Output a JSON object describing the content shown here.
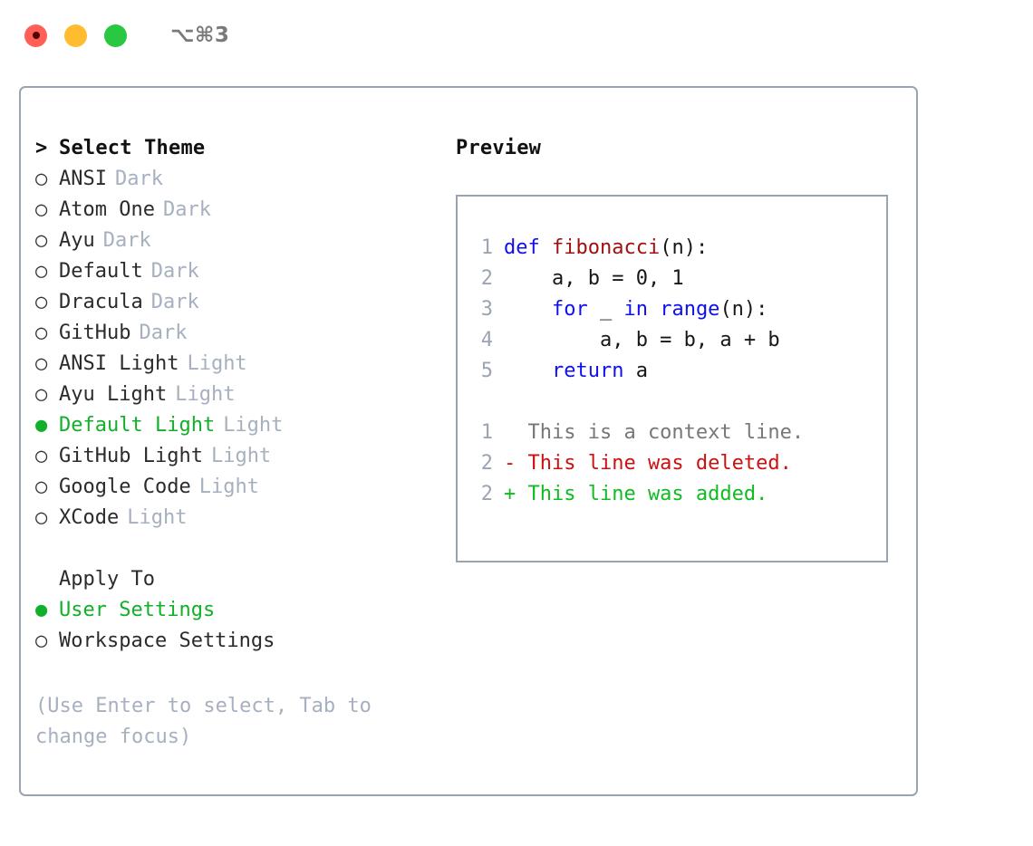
{
  "window": {
    "title": "⌥⌘3",
    "traffic_lights": [
      "close-red",
      "minimize-yellow",
      "maximize-green"
    ]
  },
  "left": {
    "header": {
      "marker": ">",
      "label": "Select Theme"
    },
    "themes": [
      {
        "marker": "○",
        "name": "ANSI",
        "badge": "Dark",
        "selected": false
      },
      {
        "marker": "○",
        "name": "Atom One",
        "badge": "Dark",
        "selected": false
      },
      {
        "marker": "○",
        "name": "Ayu",
        "badge": "Dark",
        "selected": false
      },
      {
        "marker": "○",
        "name": "Default",
        "badge": "Dark",
        "selected": false
      },
      {
        "marker": "○",
        "name": "Dracula",
        "badge": "Dark",
        "selected": false
      },
      {
        "marker": "○",
        "name": "GitHub",
        "badge": "Dark",
        "selected": false
      },
      {
        "marker": "○",
        "name": "ANSI Light",
        "badge": "Light",
        "selected": false
      },
      {
        "marker": "○",
        "name": "Ayu Light",
        "badge": "Light",
        "selected": false
      },
      {
        "marker": "●",
        "name": "Default Light",
        "badge": "Light",
        "selected": true
      },
      {
        "marker": "○",
        "name": "GitHub Light",
        "badge": "Light",
        "selected": false
      },
      {
        "marker": "○",
        "name": "Google Code",
        "badge": "Light",
        "selected": false
      },
      {
        "marker": "○",
        "name": "XCode",
        "badge": "Light",
        "selected": false
      }
    ],
    "apply_to": {
      "heading": "Apply To",
      "options": [
        {
          "marker": "●",
          "label": "User Settings",
          "selected": true
        },
        {
          "marker": "○",
          "label": "Workspace Settings",
          "selected": false
        }
      ]
    },
    "hint": "(Use Enter to select, Tab to change focus)"
  },
  "right": {
    "title": "Preview",
    "code": [
      {
        "lineno": "1",
        "parts": [
          {
            "t": "def ",
            "c": "kw"
          },
          {
            "t": "fibonacci",
            "c": "fn"
          },
          {
            "t": "(n):",
            "c": "plain"
          }
        ]
      },
      {
        "lineno": "2",
        "parts": [
          {
            "t": "    a, b = 0, 1",
            "c": "plain"
          }
        ]
      },
      {
        "lineno": "3",
        "parts": [
          {
            "t": "    for ",
            "c": "kw"
          },
          {
            "t": "_ ",
            "c": "plain"
          },
          {
            "t": "in range",
            "c": "kw"
          },
          {
            "t": "(n):",
            "c": "plain"
          }
        ]
      },
      {
        "lineno": "4",
        "parts": [
          {
            "t": "        a, b = b, a + b",
            "c": "plain"
          }
        ]
      },
      {
        "lineno": "5",
        "parts": [
          {
            "t": "    return ",
            "c": "kw"
          },
          {
            "t": "a",
            "c": "plain"
          }
        ]
      }
    ],
    "diff": [
      {
        "lineno": "1",
        "text": "  This is a context line.",
        "kind": "ctx"
      },
      {
        "lineno": "2",
        "text": "- This line was deleted.",
        "kind": "del"
      },
      {
        "lineno": "2",
        "text": "+ This line was added.",
        "kind": "add"
      }
    ]
  },
  "colors": {
    "accent_green": "#12b02a",
    "muted": "#a6b0bf",
    "border": "#98a4b3",
    "keyword_blue": "#1010ee",
    "function_red": "#a01010",
    "diff_add": "#11bb22",
    "diff_del": "#cc1111"
  }
}
